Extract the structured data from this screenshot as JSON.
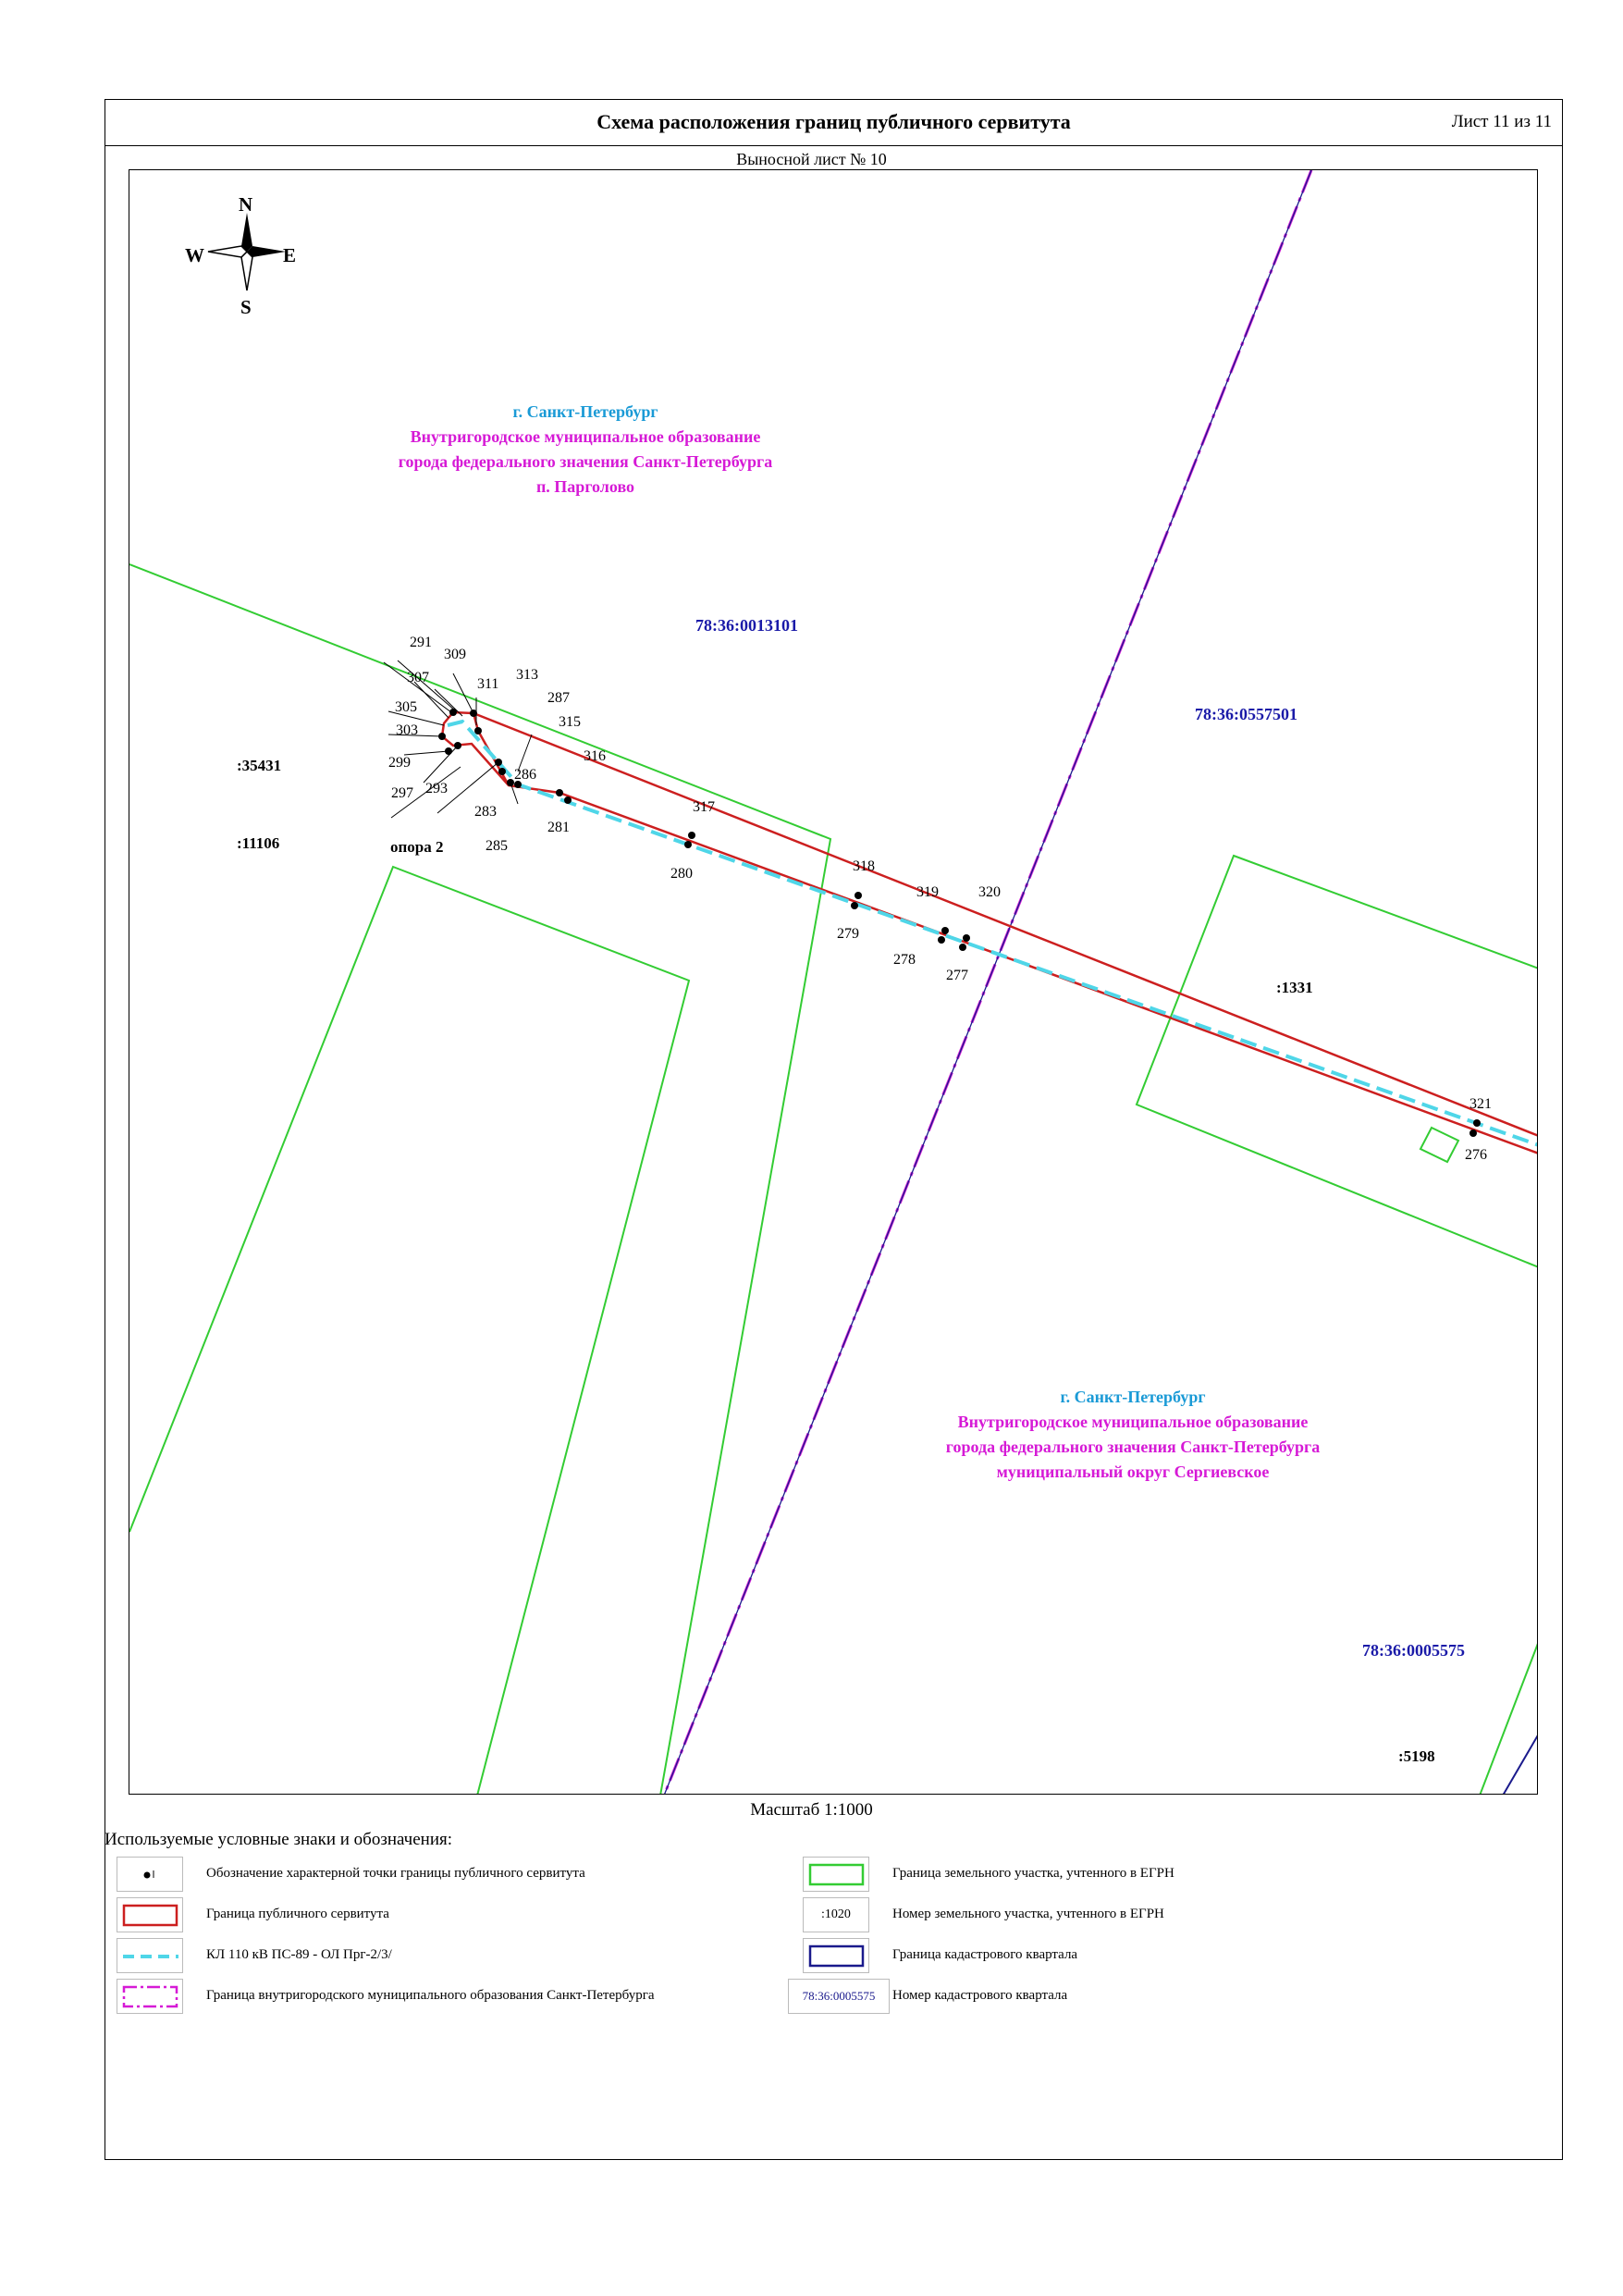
{
  "header": {
    "title": "Схема расположения границ публичного сервитута",
    "sheet": "Лист 11 из 11",
    "subtitle": "Выносной лист № 10"
  },
  "compass": {
    "n": "N",
    "s": "S",
    "w": "W",
    "e": "E"
  },
  "municipalities": [
    {
      "city": "г. Санкт-Петербург",
      "line1": "Внутригородское муниципальное образование",
      "line2": "города федерального значения Санкт-Петербурга",
      "line3": "п. Парголово"
    },
    {
      "city": "г. Санкт-Петербург",
      "line1": "Внутригородское муниципальное образование",
      "line2": "города федерального значения Санкт-Петербурга",
      "line3": "муниципальный округ Сергиевское"
    }
  ],
  "quarters": [
    "78:36:0013101",
    "78:36:0557501",
    "78:36:0005575"
  ],
  "parcels": [
    ":35431",
    ":11106",
    ":1331",
    ":5198"
  ],
  "support_label": "опора 2",
  "points": [
    "291",
    "309",
    "307",
    "311",
    "313",
    "305",
    "287",
    "315",
    "303",
    "299",
    "316",
    "297",
    "293",
    "283",
    "286",
    "285",
    "281",
    "317",
    "280",
    "318",
    "279",
    "319",
    "320",
    "278",
    "277",
    "321",
    "276"
  ],
  "scale": "Масштаб 1:1000",
  "legend": {
    "title": "Используемые условные знаки и обозначения:",
    "items": [
      {
        "text": "Обозначение характерной точки границы публичного сервитута",
        "icon": "point-marker-icon"
      },
      {
        "text": "Граница публичного сервитута",
        "icon": "red-rect-icon",
        "color": "#cc1f1f"
      },
      {
        "text": "КЛ 110 кВ ПС-89 - ОЛ Прг-2/3/",
        "icon": "cyan-dash-icon",
        "color": "#4fd6e8"
      },
      {
        "text": "Граница внутригородского муниципального образования Санкт-Петербурга",
        "icon": "magenta-dashdot-icon",
        "color": "#d61ad6"
      },
      {
        "text": "Граница земельного участка, учтенного в ЕГРН",
        "icon": "green-rect-icon",
        "color": "#33cc33"
      },
      {
        "text": "Номер земельного участка, учтенного в ЕГРН",
        "sample": ":1020"
      },
      {
        "text": "Граница кадастрового квартала",
        "icon": "navy-rect-icon",
        "color": "#1a1a8c"
      },
      {
        "text": "Номер кадастрового квартала",
        "sample": "78:36:0005575"
      }
    ]
  }
}
